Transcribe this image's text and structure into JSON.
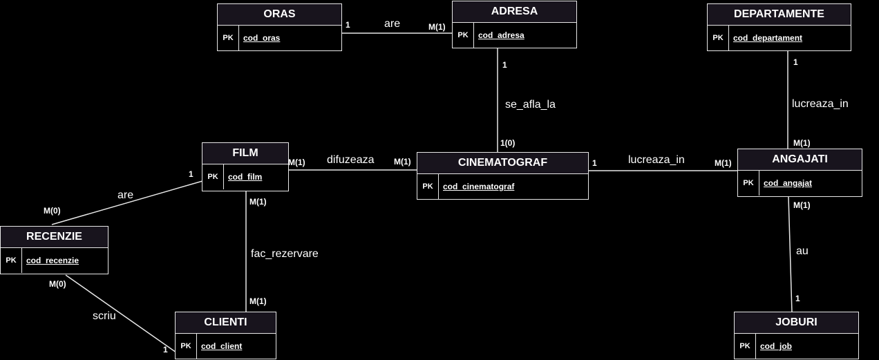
{
  "entities": {
    "oras": {
      "title": "ORAS",
      "pk": "PK",
      "attr": "cod_oras"
    },
    "adresa": {
      "title": "ADRESA",
      "pk": "PK",
      "attr": "cod_adresa"
    },
    "departamente": {
      "title": "DEPARTAMENTE",
      "pk": "PK",
      "attr": "cod_departament"
    },
    "film": {
      "title": "FILM",
      "pk": "PK",
      "attr": "cod_film"
    },
    "cinematograf": {
      "title": "CINEMATOGRAF",
      "pk": "PK",
      "attr": "cod_cinematograf"
    },
    "angajati": {
      "title": "ANGAJATI",
      "pk": "PK",
      "attr": "cod_angajat"
    },
    "recenzie": {
      "title": "RECENZIE",
      "pk": "PK",
      "attr": "cod_recenzie"
    },
    "clienti": {
      "title": "CLIENTI",
      "pk": "PK",
      "attr": "cod_client"
    },
    "joburi": {
      "title": "JOBURI",
      "pk": "PK",
      "attr": "cod_job"
    }
  },
  "relationships": {
    "oras_adresa": {
      "label": "are",
      "card_from": "1",
      "card_to": "M(1)"
    },
    "adresa_cinematograf": {
      "label": "se_afla_la",
      "card_from": "1",
      "card_to": "1(0)"
    },
    "departamente_angajati": {
      "label": "lucreaza_in",
      "card_from": "1",
      "card_to": "M(1)"
    },
    "film_cinematograf": {
      "label": "difuzeaza",
      "card_from": "M(1)",
      "card_to": "M(1)"
    },
    "cinematograf_angajati": {
      "label": "lucreaza_in",
      "card_from": "1",
      "card_to": "M(1)"
    },
    "film_recenzie": {
      "label": "are",
      "card_from": "1",
      "card_to": "M(0)"
    },
    "film_clienti": {
      "label": "fac_rezervare",
      "card_from": "M(1)",
      "card_to": "M(1)"
    },
    "recenzie_clienti": {
      "label": "scriu",
      "card_from": "M(0)",
      "card_to": "1"
    },
    "angajati_joburi": {
      "label": "au",
      "card_from": "M(1)",
      "card_to": "1"
    }
  }
}
